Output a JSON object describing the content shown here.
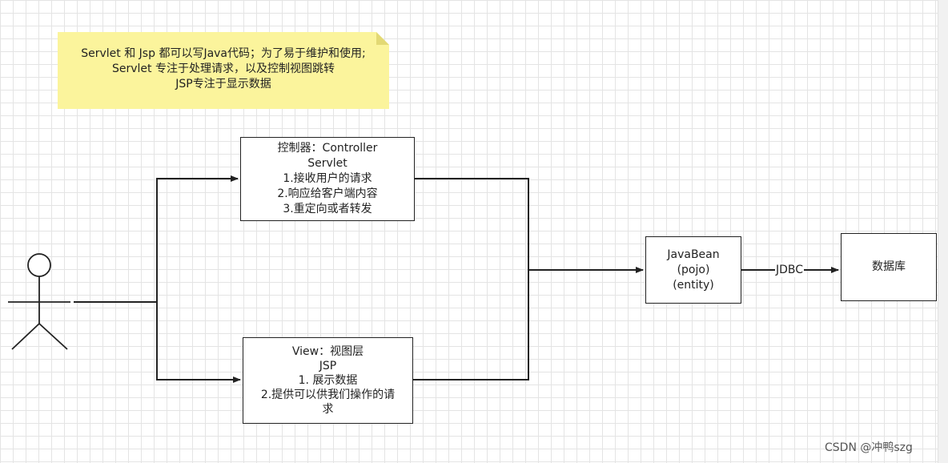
{
  "note": {
    "line1": "Servlet 和 Jsp  都可以写Java代码；为了易于维护和使用;",
    "line2": "Servlet 专注于处理请求，以及控制视图跳转",
    "line3": "JSP专注于显示数据"
  },
  "controller": {
    "line1": "控制器：Controller",
    "line2": "Servlet",
    "line3": "1.接收用户的请求",
    "line4": "2.响应给客户端内容",
    "line5": "3.重定向或者转发"
  },
  "view": {
    "line1": "View：视图层",
    "line2": "JSP",
    "line3": "1. 展示数据",
    "line4": "2.提供可以供我们操作的请",
    "line5": "求"
  },
  "javabean": {
    "line1": "JavaBean",
    "line2": "(pojo)",
    "line3": "(entity)"
  },
  "jdbc_label": "JDBC",
  "database": {
    "label": "数据库"
  },
  "watermark": "CSDN @冲鸭szg",
  "colors": {
    "note_fill": "#fbf49c",
    "stroke": "#222222",
    "grid": "#e4e4e4"
  }
}
